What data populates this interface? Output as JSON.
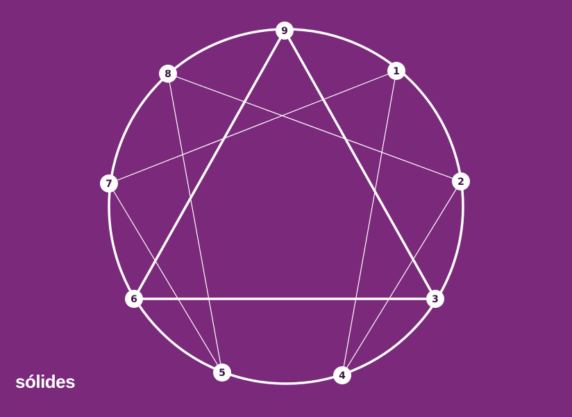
{
  "colors": {
    "background": "#7b2a7b",
    "stroke": "#ffffff",
    "node_fill": "#ffffff",
    "node_text": "#3a1240"
  },
  "diagram": {
    "nodes": [
      {
        "id": "9",
        "label": "9"
      },
      {
        "id": "1",
        "label": "1"
      },
      {
        "id": "2",
        "label": "2"
      },
      {
        "id": "3",
        "label": "3"
      },
      {
        "id": "4",
        "label": "4"
      },
      {
        "id": "5",
        "label": "5"
      },
      {
        "id": "6",
        "label": "6"
      },
      {
        "id": "7",
        "label": "7"
      },
      {
        "id": "8",
        "label": "8"
      }
    ],
    "triangle_edges": [
      [
        "9",
        "3"
      ],
      [
        "3",
        "6"
      ],
      [
        "6",
        "9"
      ]
    ],
    "hexad_edges": [
      [
        "1",
        "4"
      ],
      [
        "4",
        "2"
      ],
      [
        "2",
        "8"
      ],
      [
        "8",
        "5"
      ],
      [
        "5",
        "7"
      ],
      [
        "7",
        "1"
      ]
    ]
  },
  "brand": {
    "logo_text": "sólides"
  }
}
